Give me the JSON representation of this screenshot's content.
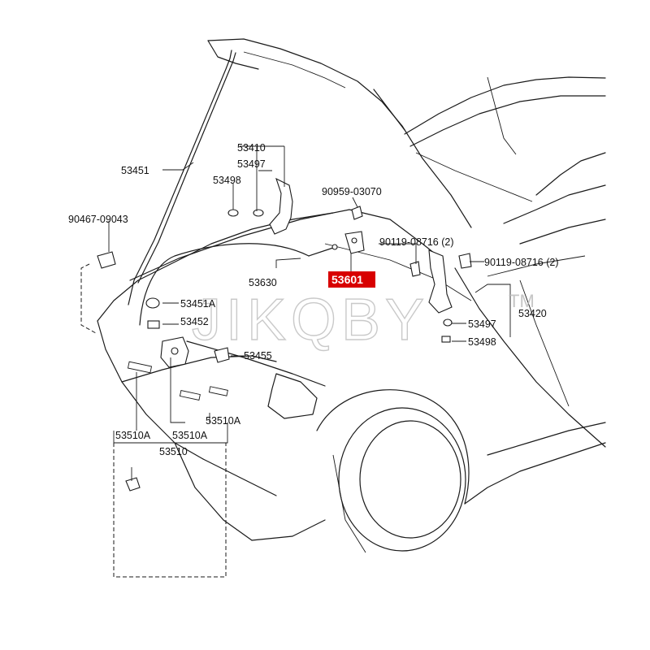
{
  "watermark": {
    "text": "JIKQBY",
    "mark": "TM"
  },
  "highlight_color": "#d80000",
  "labels": {
    "p53410": "53410",
    "p53451": "53451",
    "p53497_top": "53497",
    "p53498_top": "53498",
    "p90959": "90959-03070",
    "p90467": "90467-09043",
    "p90119_a": "90119-08716 (2)",
    "p90119_b": "90119-08716 (2)",
    "p53630": "53630",
    "p53601": "53601",
    "p53451a": "53451A",
    "p53452": "53452",
    "p53455": "53455",
    "p53420": "53420",
    "p53497_right": "53497",
    "p53498_right": "53498",
    "p53510a_1": "53510A",
    "p53510a_2": "53510A",
    "p53510a_3": "53510A",
    "p53510": "53510"
  }
}
